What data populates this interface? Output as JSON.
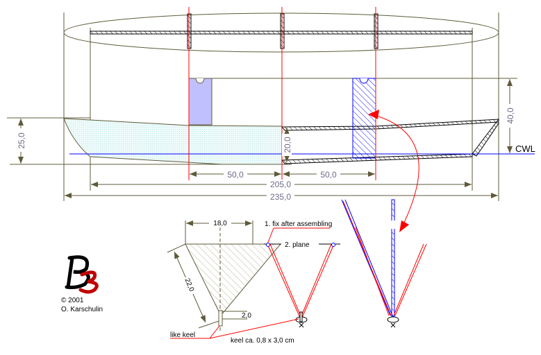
{
  "dimensions": {
    "width_50_left": "50,0",
    "width_50_right": "50,0",
    "length_205": "205,0",
    "length_235": "235,0",
    "height_25": "25,0",
    "height_20": "20,0",
    "height_40": "40,0",
    "fin_width": "18,0",
    "fin_length": "22,0",
    "fin_slot": "2,0"
  },
  "labels": {
    "waterline": "CWL",
    "step1": "1. fix after assembling",
    "step2": "2. plane",
    "like_keel": "like keel",
    "keel_size": "keel ca. 0,8 x 3,0 cm"
  },
  "credits": {
    "logo": "B3",
    "copyright": "© 2001",
    "author": "O. Karschulin"
  },
  "colors": {
    "line": "#5e5a3a",
    "red": "#ff0000",
    "blue": "#0000ff",
    "fill_blue": "#c0c0ff"
  }
}
